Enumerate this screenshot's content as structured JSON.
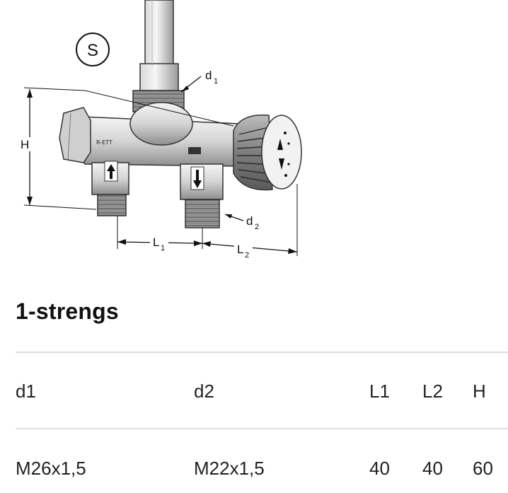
{
  "drawing": {
    "symbol": "S",
    "dims": {
      "d1": {
        "base": "d",
        "sub": "1"
      },
      "d2": {
        "base": "d",
        "sub": "2"
      },
      "L1": {
        "base": "L",
        "sub": "1"
      },
      "L2": {
        "base": "L",
        "sub": "2"
      },
      "H": "H"
    },
    "body_marking": "R-ETT",
    "knob_icons": [
      "arrow-up-icon",
      "arrow-down-icon"
    ],
    "port_icons": [
      "arrow-up-icon",
      "arrow-down-icon"
    ]
  },
  "section": {
    "title": "1-strengs"
  },
  "table": {
    "headers": {
      "d1": "d1",
      "d2": "d2",
      "L1": "L1",
      "L2": "L2",
      "H": "H"
    },
    "rows": [
      {
        "d1": "M26x1,5",
        "d2": "M22x1,5",
        "L1": "40",
        "L2": "40",
        "H": "60"
      }
    ]
  }
}
